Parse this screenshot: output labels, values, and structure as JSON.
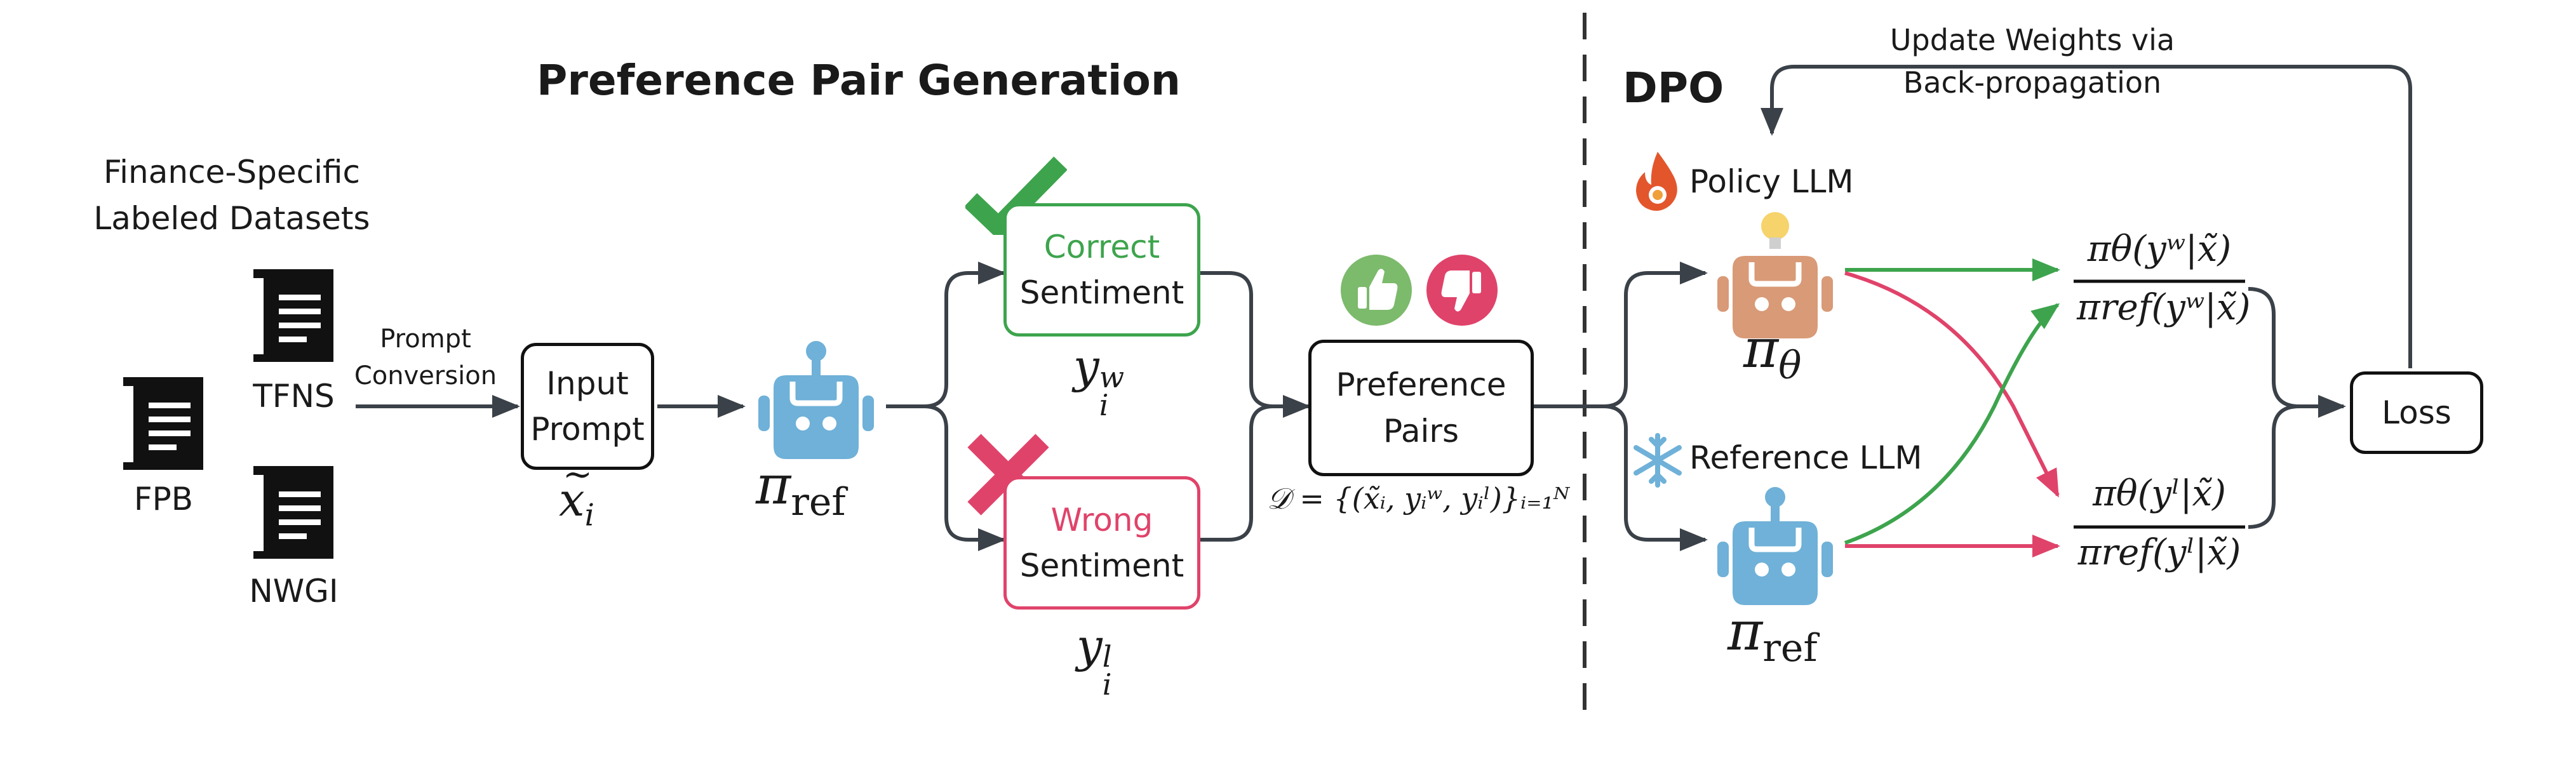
{
  "left_section": {
    "title": "Preference Pair Generation",
    "datasets_heading_line1": "Finance-Specific",
    "datasets_heading_line2": "Labeled Datasets",
    "datasets": [
      "TFNS",
      "FPB",
      "NWGI"
    ],
    "prompt_conversion_line1": "Prompt",
    "prompt_conversion_line2": "Conversion",
    "input_prompt_line1": "Input",
    "input_prompt_line2": "Prompt",
    "input_symbol_var": "x",
    "input_symbol_sub": "i",
    "ref_policy_symbol": "π",
    "ref_policy_sub": "ref",
    "correct_line1": "Correct",
    "correct_line2": "Sentiment",
    "correct_symbol": "y",
    "correct_sup": "w",
    "correct_sub": "i",
    "wrong_line1": "Wrong",
    "wrong_line2": "Sentiment",
    "wrong_symbol": "y",
    "wrong_sup": "l",
    "wrong_sub": "i",
    "pairs_line1": "Preference",
    "pairs_line2": "Pairs",
    "dataset_formula": "𝒟 = {(x̃ᵢ, yᵢʷ, yᵢˡ)}ᵢ₌₁ᴺ"
  },
  "right_section": {
    "title": "DPO",
    "feedback_line1": "Update Weights via",
    "feedback_line2": "Back-propagation",
    "policy_label": "Policy LLM",
    "reference_label": "Reference LLM",
    "policy_symbol": "π",
    "policy_sub": "θ",
    "reference_symbol": "π",
    "reference_sub": "ref",
    "ratio_w_numerator": "πθ(yʷ|x̃)",
    "ratio_w_denominator": "πref(yʷ|x̃)",
    "ratio_l_numerator": "πθ(yˡ|x̃)",
    "ratio_l_denominator": "πref(yˡ|x̃)",
    "loss_label": "Loss"
  },
  "colors": {
    "correct_green": "#3da44d",
    "wrong_red": "#e0436a",
    "robot_blue": "#6fb1d8",
    "robot_orange": "#d99a77",
    "arrow_dark": "#3b4148"
  },
  "icons": [
    "book-icon",
    "robot-icon",
    "checkmark-icon",
    "cross-icon",
    "thumbs-up-icon",
    "thumbs-down-icon",
    "fire-icon",
    "snowflake-icon",
    "lightbulb-icon"
  ]
}
